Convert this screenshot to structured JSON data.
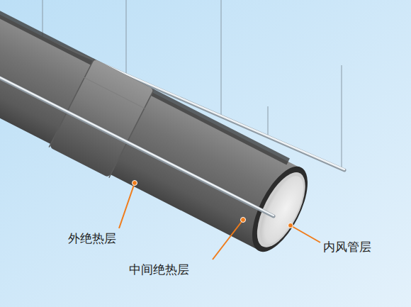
{
  "diagram": {
    "labels": [
      "外绝热层",
      "中间绝热层",
      "内风管层"
    ]
  }
}
